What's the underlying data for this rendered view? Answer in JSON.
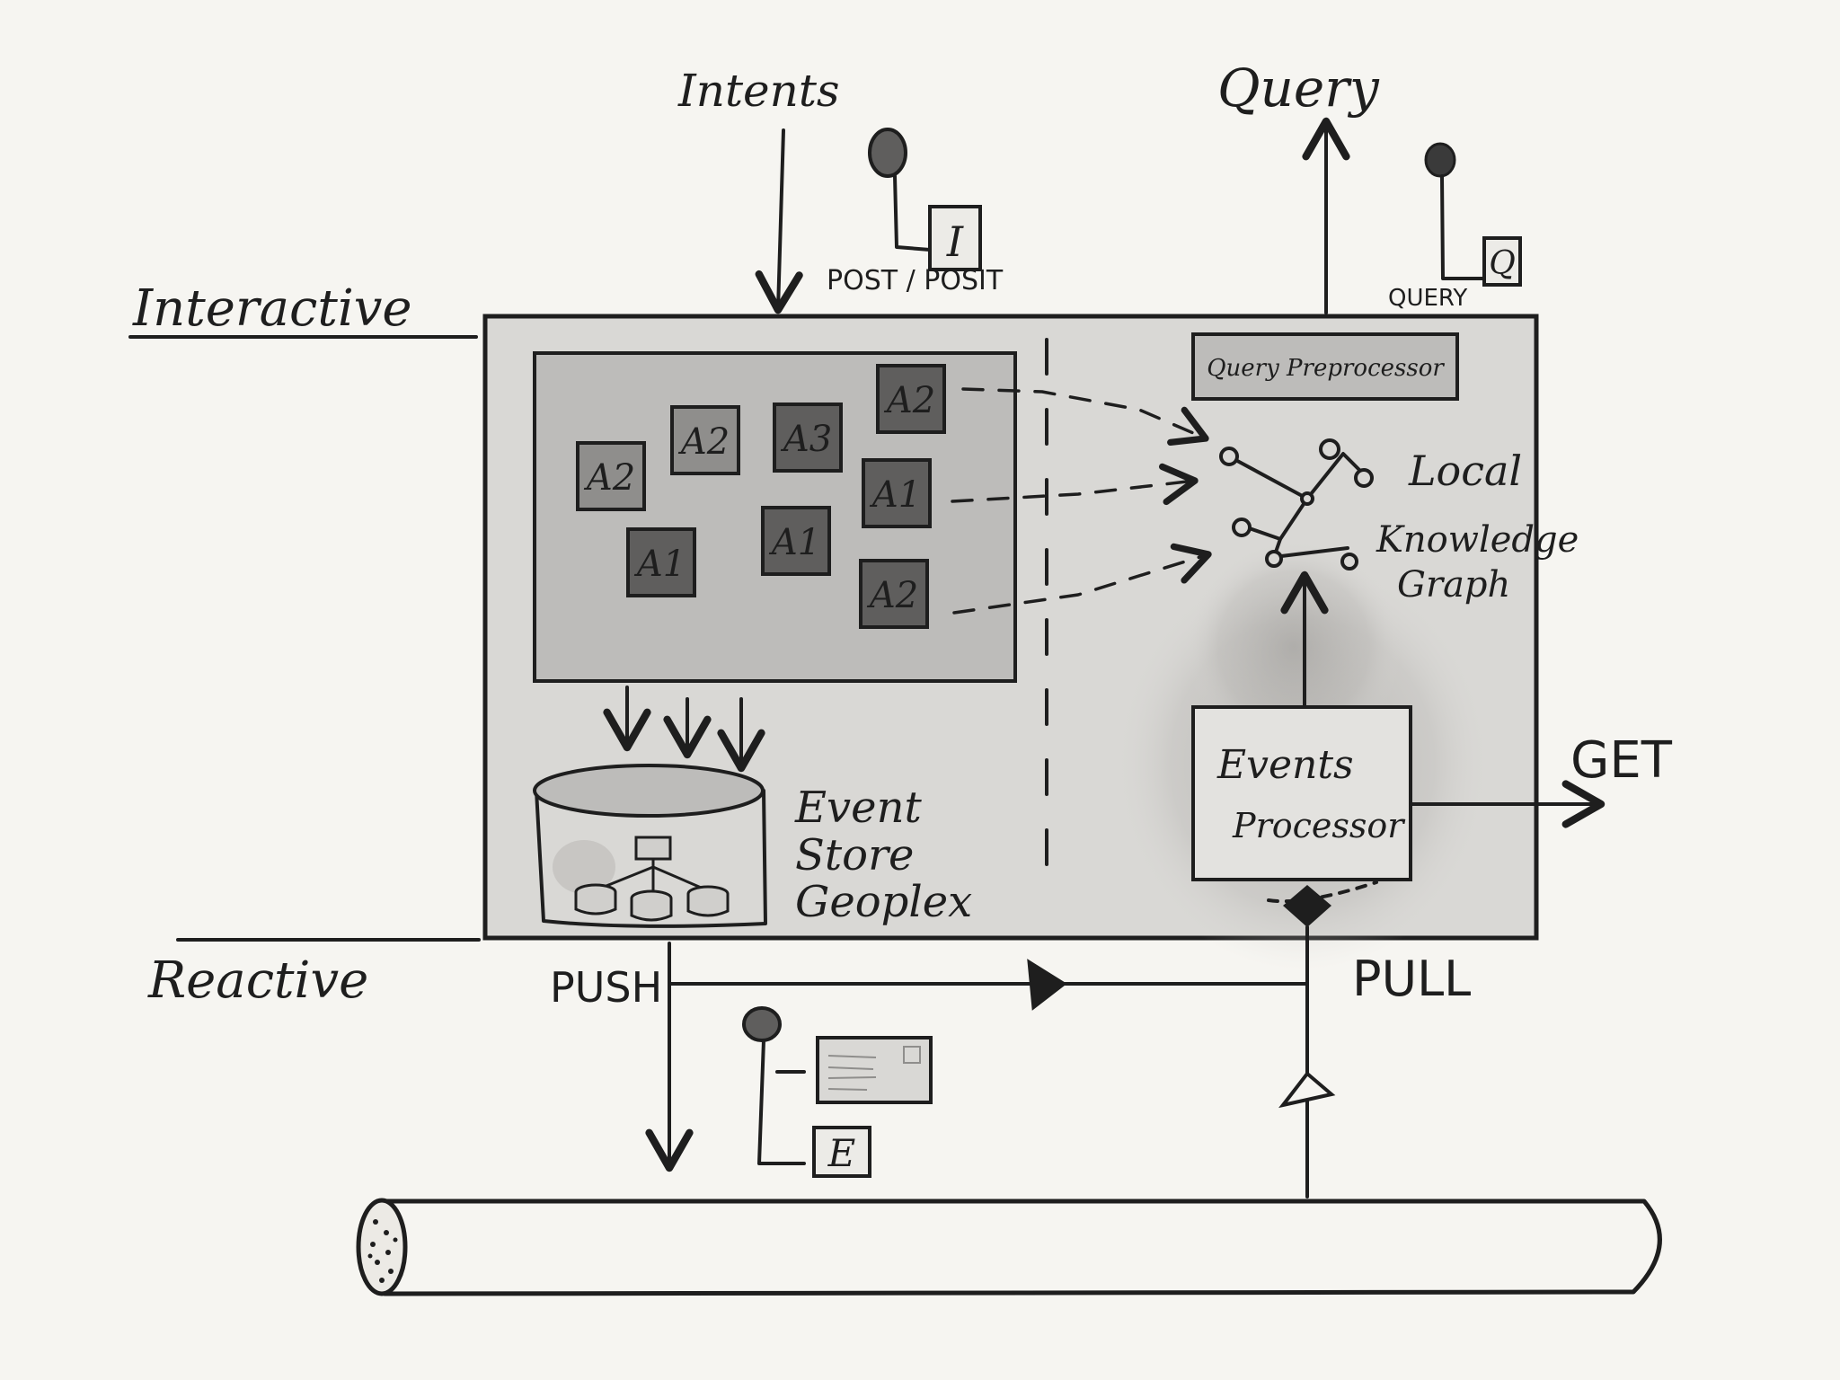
{
  "labels": {
    "intents": "Intents",
    "query": "Query",
    "interactive": "Interactive",
    "reactive": "Reactive",
    "post_posit": "POST / POSIT",
    "query_caps": "QUERY",
    "query_preprocessor": "Query Preprocessor",
    "local": "Local",
    "knowledge": "Knowledge",
    "graph": "Graph",
    "events": "Events",
    "processor": "Processor",
    "get": "GET",
    "event_store_1": "Event",
    "event_store_2": "Store",
    "event_store_3": "Geoplex",
    "push": "PUSH",
    "pull": "PULL"
  },
  "pins": {
    "intent": "I",
    "query": "Q",
    "event": "E"
  },
  "aggregates": [
    "A2",
    "A2",
    "A3",
    "A2",
    "A1",
    "A1",
    "A1",
    "A2"
  ],
  "colors": {
    "background": "#f6f5f1",
    "ink": "#1e1e1e",
    "panel": "#d9d8d5",
    "inner_panel": "#bdbcba",
    "aggregate_light": "#8f8e8c",
    "aggregate_dark": "#5f5e5d"
  }
}
